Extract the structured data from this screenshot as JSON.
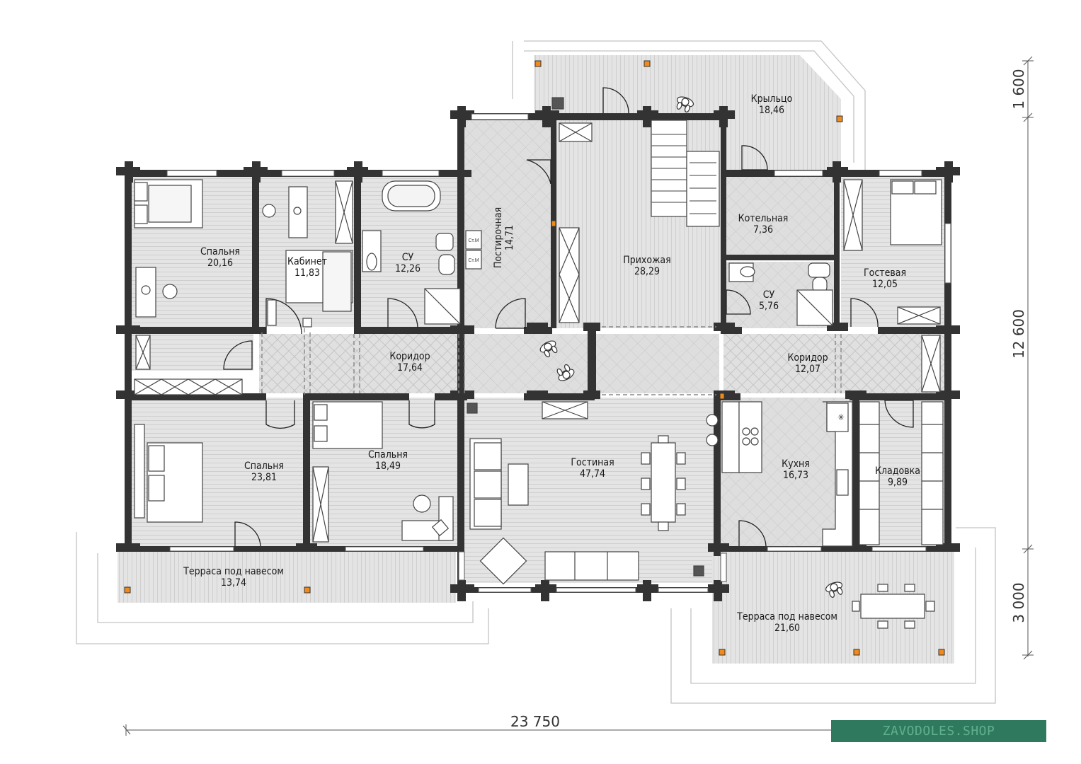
{
  "rooms": {
    "bedroom1": {
      "name": "Спальня",
      "area": "20,16"
    },
    "study": {
      "name": "Кабинет",
      "area": "11,83"
    },
    "bath1": {
      "name": "СУ",
      "area": "12,26"
    },
    "laundry": {
      "name": "Постирочная",
      "area": "14,71"
    },
    "hall": {
      "name": "Прихожая",
      "area": "28,29"
    },
    "porch": {
      "name": "Крыльцо",
      "area": "18,46"
    },
    "boiler": {
      "name": "Котельная",
      "area": "7,36"
    },
    "bath2": {
      "name": "СУ",
      "area": "5,76"
    },
    "guest": {
      "name": "Гостевая",
      "area": "12,05"
    },
    "corridor1": {
      "name": "Коридор",
      "area": "17,64"
    },
    "corridor2": {
      "name": "Коридор",
      "area": "12,07"
    },
    "bedroom2": {
      "name": "Спальня",
      "area": "23,81"
    },
    "bedroom3": {
      "name": "Спальня",
      "area": "18,49"
    },
    "living": {
      "name": "Гостиная",
      "area": "47,74"
    },
    "kitchen": {
      "name": "Кухня",
      "area": "16,73"
    },
    "pantry": {
      "name": "Кладовка",
      "area": "9,89"
    },
    "terrace1": {
      "name": "Терраса под навесом",
      "area": "13,74"
    },
    "terrace2": {
      "name": "Терраса под навесом",
      "area": "21,60"
    }
  },
  "appliance_labels": {
    "machine1": "Ст.М",
    "machine2": "Ст.М"
  },
  "dimensions": {
    "width": "23 750",
    "depth_main": "12 600",
    "depth_porch": "1 600",
    "depth_terrace": "3 000"
  },
  "watermark": "ZAVODOLES.SHOP",
  "colors": {
    "wall": "#333333",
    "floor": "#e2e2e2",
    "accent": "#f08a1a",
    "watermark_bg": "#2f7a5e"
  }
}
